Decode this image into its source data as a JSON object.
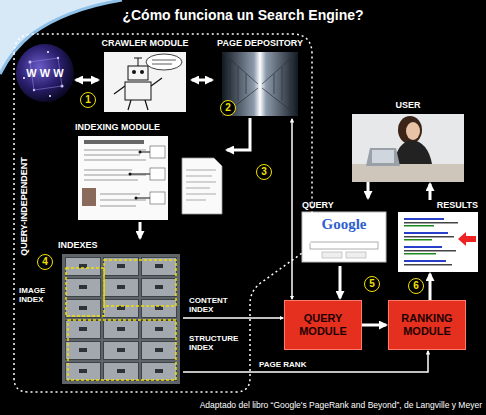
{
  "diagram": {
    "title": "¿Cómo funciona un Search Engine?",
    "caption": "Adaptado del libro “Google's PageRank and Beyond”, de Langville y Meyer",
    "nodes": [
      {
        "text": [
          "QUERY-INDEPENDENT"
        ]
      },
      {
        "text": [
          "W W W"
        ],
        "in": 0
      },
      {
        "text": [
          "CRAWLER MODULE"
        ],
        "in": 0
      },
      {
        "text": [
          "PAGE DEPOSITORY"
        ],
        "in": 0
      },
      {
        "text": [
          "INDEXING MODULE"
        ],
        "in": 0
      },
      {
        "text": [
          "INDEXES"
        ],
        "in": 0
      },
      {
        "text": [
          "USER"
        ]
      },
      {
        "text": [
          "QUERY",
          "Google"
        ]
      },
      {
        "text": [
          "QUERY MODULE"
        ]
      },
      {
        "text": [
          "RANKING MODULE"
        ]
      },
      {
        "text": [
          "RESULTS"
        ]
      }
    ],
    "edges": [
      {
        "from": 1,
        "to": 2,
        "arrow": "both"
      },
      {
        "from": 2,
        "to": 3,
        "arrow": "both"
      },
      {
        "from": 3,
        "to": 4,
        "arrow": "to"
      },
      {
        "from": 4,
        "to": 5,
        "arrow": "to"
      },
      {
        "from": 3,
        "to": 8,
        "arrow": "both"
      },
      {
        "from": 5,
        "to": 8,
        "label": "CONTENT INDEX",
        "arrow": "to"
      },
      {
        "from": 5,
        "to": 9,
        "label": "PAGE RANK",
        "arrow": "to"
      },
      {
        "from": 6,
        "to": 7,
        "arrow": "to"
      },
      {
        "from": 7,
        "to": 8,
        "arrow": "to"
      },
      {
        "from": 8,
        "to": 9,
        "arrow": "to"
      },
      {
        "from": 9,
        "to": 10,
        "arrow": "to"
      },
      {
        "from": 10,
        "to": 6,
        "arrow": "to"
      }
    ],
    "labels": [
      "1",
      "2",
      "3",
      "4",
      "5",
      "6",
      "IMAGE INDEX",
      "STRUCTURE INDEX"
    ]
  }
}
